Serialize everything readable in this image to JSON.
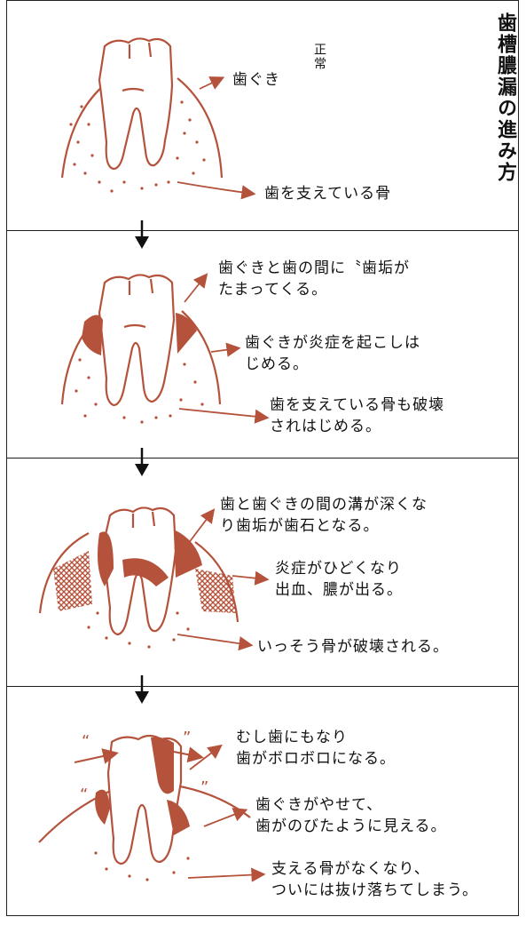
{
  "title": "歯槽膿漏の進み方",
  "stage1": {
    "tag": "正常",
    "gum_label": "歯ぐき",
    "bone_label": "歯を支えている骨"
  },
  "stage2": {
    "note1": [
      "歯ぐきと歯の間に〝歯垢が",
      "たまってくる。"
    ],
    "note2": [
      "歯ぐきが炎症を起こしは",
      "じめる。"
    ],
    "note3": [
      "歯を支えている骨も破壊",
      "されはじめる。"
    ]
  },
  "stage3": {
    "note1": [
      "歯と歯ぐきの間の溝が深くな",
      "り歯垢が歯石となる。"
    ],
    "note2": [
      "炎症がひどくなり",
      "出血、膿が出る。"
    ],
    "note3": [
      "いっそう骨が破壊される。"
    ]
  },
  "stage4": {
    "note1": [
      "むし歯にもなり",
      "歯がボロボロになる。"
    ],
    "note2": [
      "歯ぐきがやせて、",
      "歯がのびたように見える。"
    ],
    "note3": [
      "支える骨がなくなり、",
      "ついには抜け落ちてしまう。"
    ]
  },
  "colors": {
    "tooth": "#b5523b",
    "line": "#222222"
  }
}
